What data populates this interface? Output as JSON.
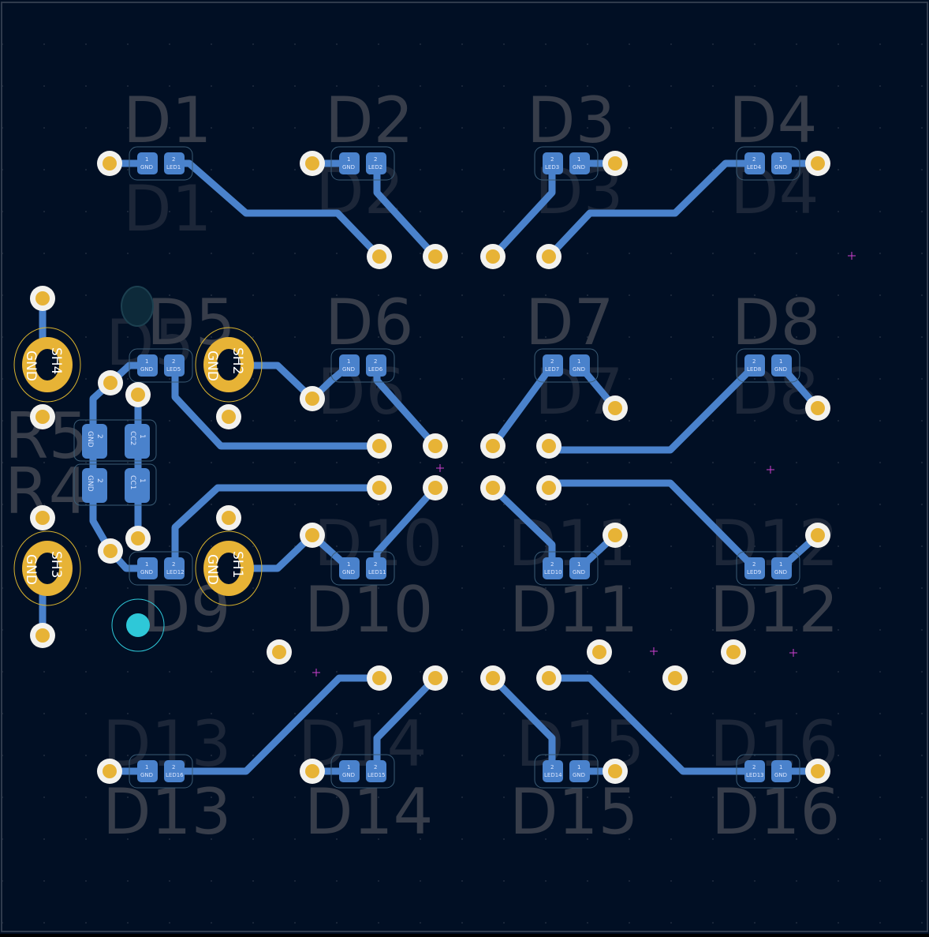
{
  "colors": {
    "board": "#010f24",
    "trace": "#4a82cc",
    "pad": "#4a82cc",
    "via_ring": "#f3f2ee",
    "via_core": "#e7b336",
    "silk_text": "#373d4a",
    "silk_ghost": "#1c2638",
    "cursor": "#2ec8d8"
  },
  "icons": {
    "mounting_hole": "circle-cursor-icon",
    "crosshair": "plus-marker-icon"
  },
  "designators": {
    "D1": "D1",
    "D2": "D2",
    "D3": "D3",
    "D4": "D4",
    "D5": "D5",
    "D6": "D6",
    "D7": "D7",
    "D8": "D8",
    "D9": "D9",
    "D10": "D10",
    "D11": "D11",
    "D12": "D12",
    "D13": "D13",
    "D14": "D14",
    "D15": "D15",
    "D16": "D16",
    "R5": "R5",
    "R4": "R4",
    "SH1": "SH1",
    "SH2": "SH2",
    "SH3": "SH3",
    "SH4": "SH4"
  },
  "ghost_labels": {
    "D1": "D1",
    "D2": "D2",
    "D3": "D3",
    "D4": "D4",
    "D5": "D5",
    "D6": "D6",
    "D7": "D7",
    "D8": "D8",
    "D10": "D10",
    "D11": "D11",
    "D12": "D12",
    "D13": "D13",
    "D14": "D14",
    "D15": "D15",
    "D16": "D16"
  },
  "net_labels": {
    "gnd": "GND",
    "pin1": "1",
    "pin2": "2",
    "led1": "LED1",
    "led2": "LED2",
    "led3": "LED3",
    "led4": "LED4",
    "led5": "LED5",
    "led6": "LED6",
    "led7": "LED7",
    "led8": "LED8",
    "led9": "LED9",
    "led10": "LED10",
    "led11": "LED11",
    "led12": "LED12",
    "led13": "LED13",
    "led14": "LED14",
    "led15": "LED15",
    "led16": "LED16",
    "cc1": "CC1",
    "cc2": "CC2"
  }
}
